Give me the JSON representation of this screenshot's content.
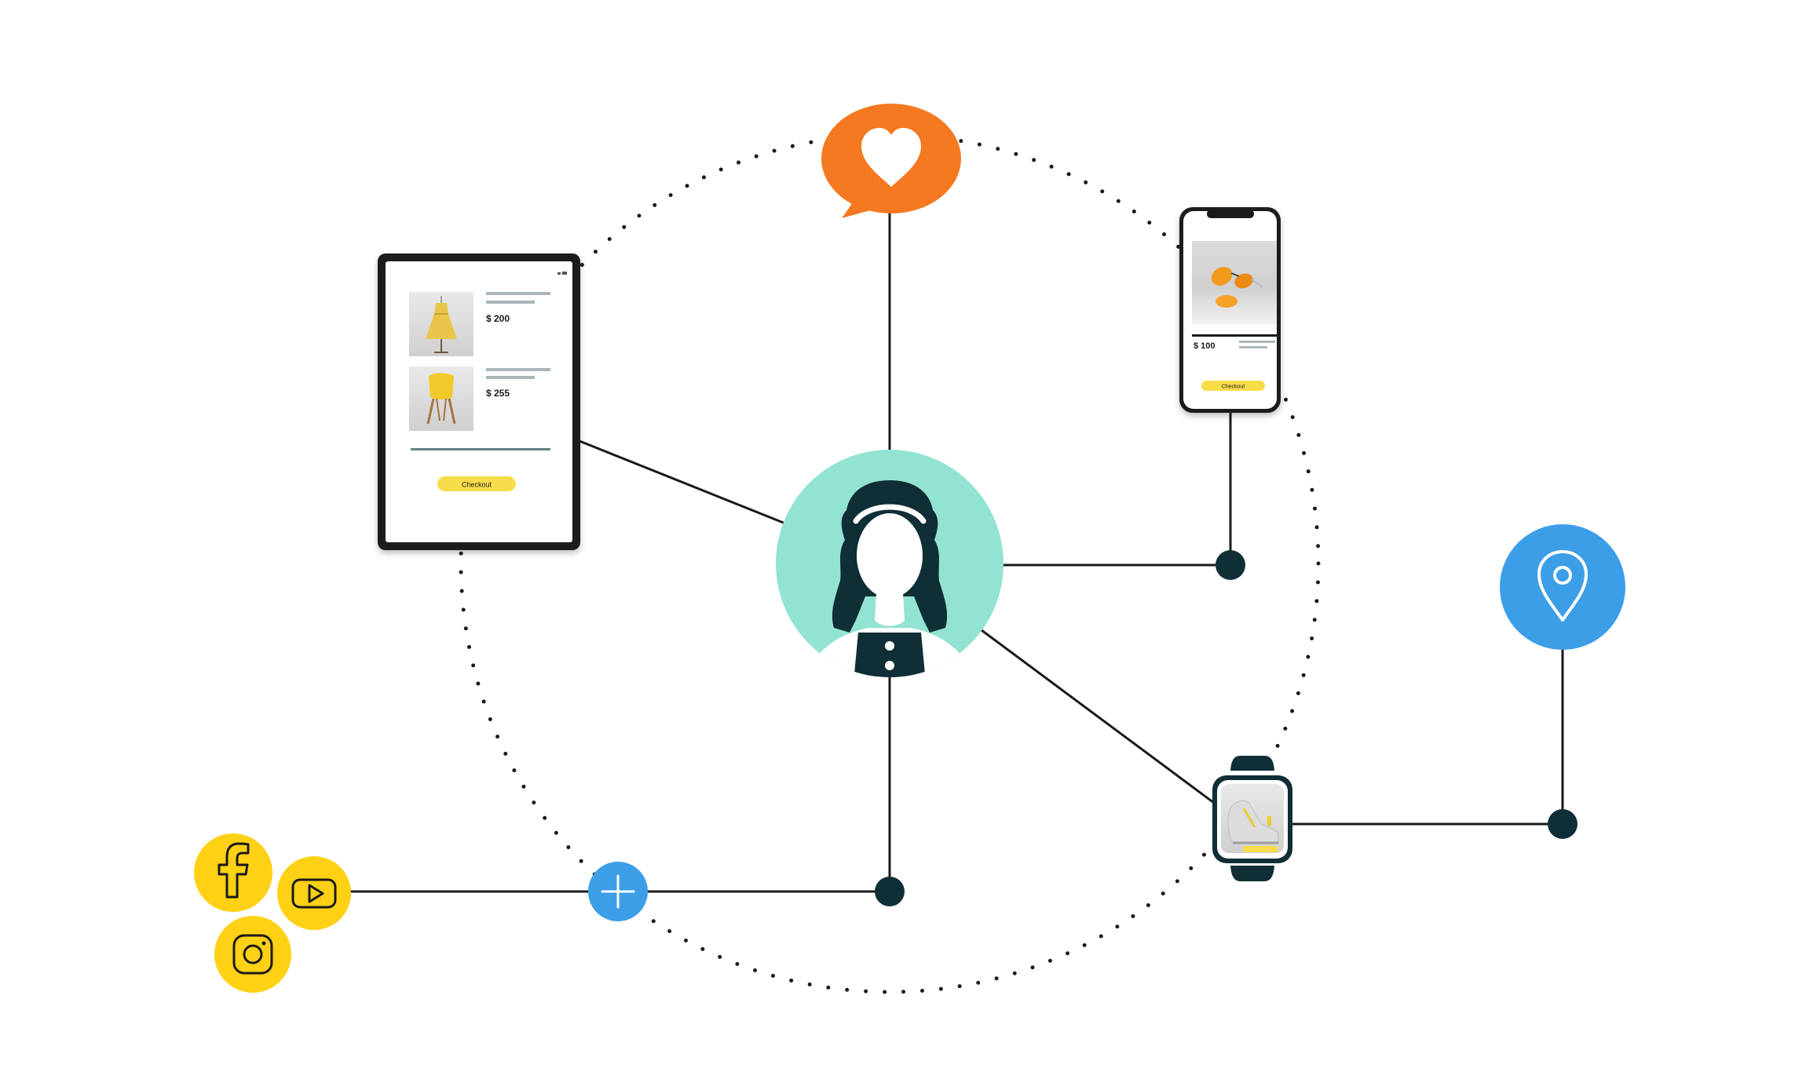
{
  "colors": {
    "dark": "#0f2e35",
    "teal": "#93e3d2",
    "orange": "#f47920",
    "blue": "#3d9ee8",
    "yellow": "#ffd115",
    "button_yellow": "#f8dd4a",
    "line": "#1a1a1a",
    "placeholder": "#aab6bb"
  },
  "tablet": {
    "items": [
      {
        "price": "$ 200",
        "product": "dress"
      },
      {
        "price": "$ 255",
        "product": "chair"
      }
    ],
    "checkout_label": "Checkout"
  },
  "phone": {
    "price": "$ 100",
    "product": "sunglasses",
    "checkout_label": "Checkout"
  },
  "watch": {
    "product": "sneaker"
  },
  "icons": [
    "heart-icon",
    "location-pin-icon",
    "plus-icon",
    "facebook-icon",
    "youtube-icon",
    "instagram-icon"
  ]
}
